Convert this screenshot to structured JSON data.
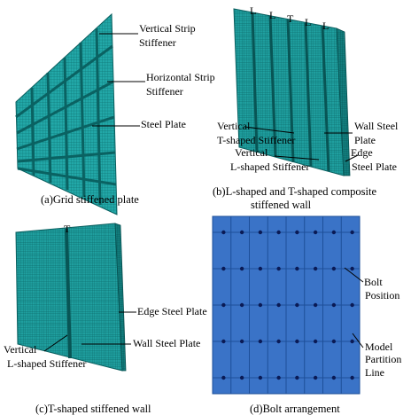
{
  "panel_a": {
    "caption": "(a)Grid stiffened plate",
    "labels": {
      "vertical_1": "Vertical Strip",
      "vertical_2": "Stiffener",
      "horizontal_1": "Horizontal Strip",
      "horizontal_2": "Stiffener",
      "plate": "Steel Plate"
    }
  },
  "panel_b": {
    "caption_1": "(b)L-shaped and T-shaped composite",
    "caption_2": "stiffened wall",
    "top_letters": [
      "L",
      "L",
      "T",
      "L",
      "L"
    ],
    "labels": {
      "t_1": "Vertical",
      "t_2": "T-shaped Stiffener",
      "l_1": "Vertical",
      "l_2": "L-shaped Stiffener",
      "wall_1": "Wall Steel",
      "wall_2": "Plate",
      "edge_1": "Edge",
      "edge_2": "Steel Plate"
    }
  },
  "panel_c": {
    "caption": "(c)T-shaped stiffened wall",
    "top_letter": "T",
    "labels": {
      "edge": "Edge Steel Plate",
      "l_1": "Vertical",
      "l_2": "L-shaped Stiffener",
      "wall": "Wall Steel Plate"
    }
  },
  "panel_d": {
    "caption": "(d)Bolt arrangement",
    "labels": {
      "bolt_1": "Bolt",
      "bolt_2": "Position",
      "model_1": "Model",
      "model_2": "Partition",
      "model_3": "Line"
    }
  },
  "colors": {
    "mesh": "#1aa3a3",
    "mesh_dark": "#0c7b7b",
    "bolt_panel": "#3a73c7",
    "bolt_line": "#1d4f99",
    "bolt": "#0a1a55"
  }
}
